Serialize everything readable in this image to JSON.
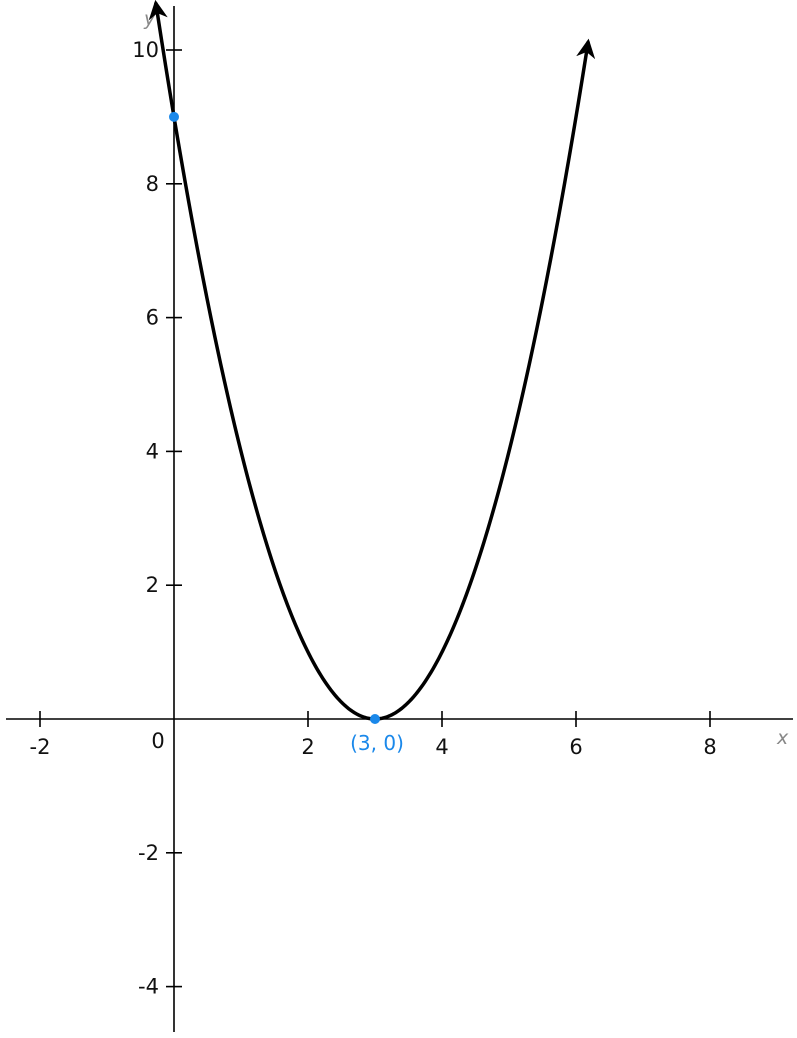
{
  "chart_data": {
    "type": "line",
    "xlabel": "x",
    "ylabel": "y",
    "xlim": [
      -2.5,
      9.3
    ],
    "ylim": [
      -4.7,
      11.0
    ],
    "x_ticks": [
      -2,
      2,
      4,
      6,
      8
    ],
    "y_ticks": [
      -4,
      -2,
      2,
      4,
      6,
      8,
      10
    ],
    "x_tick_labels": [
      "-2",
      "2",
      "4",
      "6",
      "8"
    ],
    "y_tick_labels": [
      "-4",
      "-2",
      "2",
      "4",
      "6",
      "8",
      "10"
    ],
    "origin_label": "0",
    "grid": false,
    "series": [
      {
        "function": "(x-3)^2",
        "x_range": [
          -0.27,
          6.18
        ],
        "color": "#000000",
        "arrows": "both"
      }
    ],
    "points": [
      {
        "x": 3,
        "y": 0,
        "label": "(3, 0)",
        "color": "#1a88ea"
      },
      {
        "x": 0,
        "y": 9,
        "label": "",
        "color": "#1a88ea"
      }
    ]
  }
}
